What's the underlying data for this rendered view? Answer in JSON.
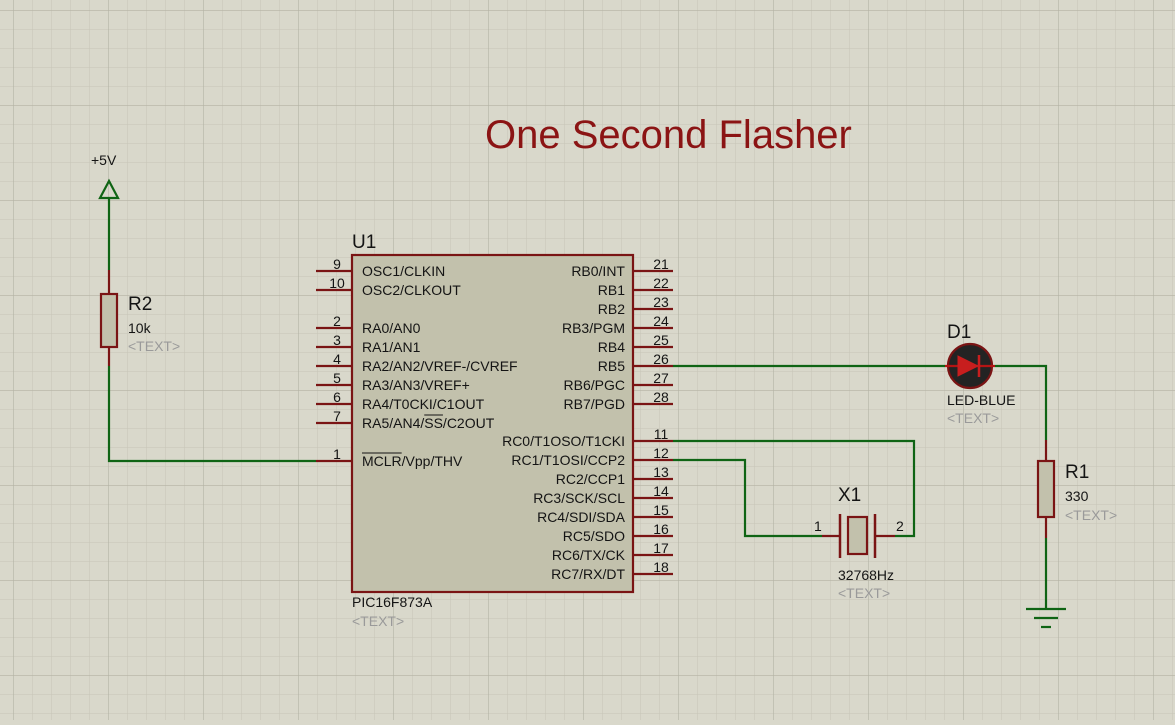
{
  "title": "One Second Flasher",
  "power": {
    "label": "+5V"
  },
  "u1": {
    "ref": "U1",
    "part": "PIC16F873A",
    "placeholder": "<TEXT>",
    "left_pins": [
      {
        "num": "9",
        "label": "OSC1/CLKIN"
      },
      {
        "num": "10",
        "label": "OSC2/CLKOUT"
      },
      {
        "num": "2",
        "label": "RA0/AN0"
      },
      {
        "num": "3",
        "label": "RA1/AN1"
      },
      {
        "num": "4",
        "label": "RA2/AN2/VREF-/CVREF"
      },
      {
        "num": "5",
        "label": "RA3/AN3/VREF+"
      },
      {
        "num": "6",
        "label": "RA4/T0CKI/C1OUT"
      },
      {
        "num": "7",
        "label": "RA5/AN4/SS/C2OUT"
      },
      {
        "num": "1",
        "label": "MCLR/Vpp/THV"
      }
    ],
    "right_pins": [
      {
        "num": "21",
        "label": "RB0/INT"
      },
      {
        "num": "22",
        "label": "RB1"
      },
      {
        "num": "23",
        "label": "RB2"
      },
      {
        "num": "24",
        "label": "RB3/PGM"
      },
      {
        "num": "25",
        "label": "RB4"
      },
      {
        "num": "26",
        "label": "RB5"
      },
      {
        "num": "27",
        "label": "RB6/PGC"
      },
      {
        "num": "28",
        "label": "RB7/PGD"
      },
      {
        "num": "11",
        "label": "RC0/T1OSO/T1CKI"
      },
      {
        "num": "12",
        "label": "RC1/T1OSI/CCP2"
      },
      {
        "num": "13",
        "label": "RC2/CCP1"
      },
      {
        "num": "14",
        "label": "RC3/SCK/SCL"
      },
      {
        "num": "15",
        "label": "RC4/SDI/SDA"
      },
      {
        "num": "16",
        "label": "RC5/SDO"
      },
      {
        "num": "17",
        "label": "RC6/TX/CK"
      },
      {
        "num": "18",
        "label": "RC7/RX/DT"
      }
    ]
  },
  "r2": {
    "ref": "R2",
    "value": "10k",
    "placeholder": "<TEXT>"
  },
  "r1": {
    "ref": "R1",
    "value": "330",
    "placeholder": "<TEXT>"
  },
  "d1": {
    "ref": "D1",
    "value": "LED-BLUE",
    "placeholder": "<TEXT>"
  },
  "x1": {
    "ref": "X1",
    "value": "32768Hz",
    "placeholder": "<TEXT>",
    "pin1": "1",
    "pin2": "2"
  },
  "colors": {
    "background": "#d9d8cb",
    "grid_minor": "#c6c5b7",
    "grid_major": "#b3b2a4",
    "wire": "#0f6414",
    "component_outline": "#7a1414",
    "component_fill": "#c2c1ac",
    "title": "#8b1414"
  }
}
